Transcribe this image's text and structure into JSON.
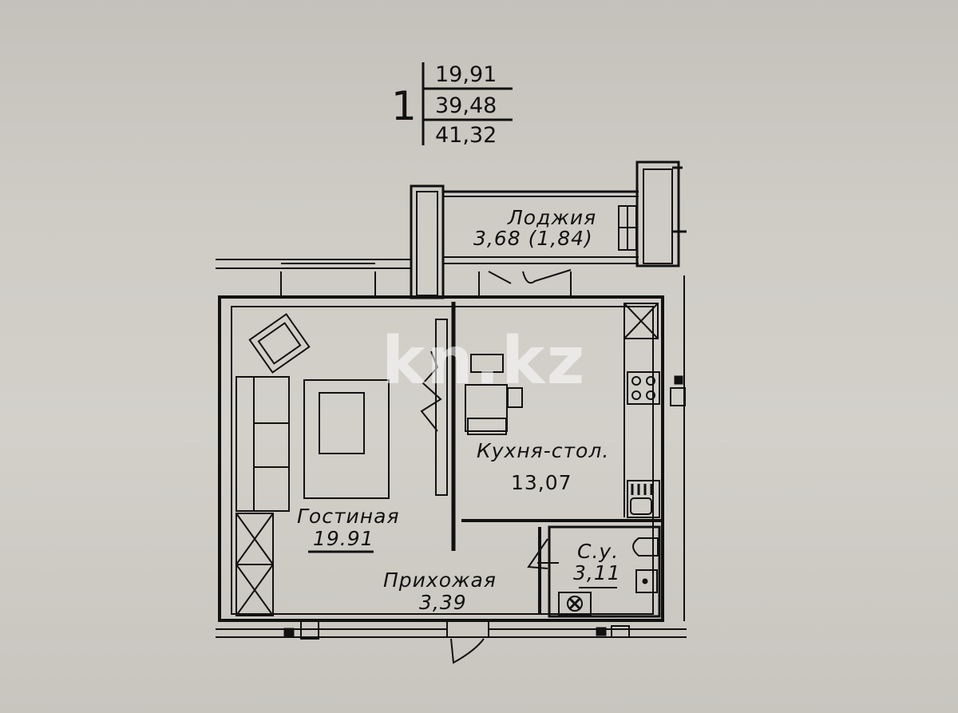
{
  "summary_table": {
    "rooms_count": "1",
    "living_area": "19,91",
    "total_area_excl_loggia": "39,48",
    "total_area": "41,32"
  },
  "rooms": {
    "loggia": {
      "name": "Лоджия",
      "area": "3,68 (1,84)"
    },
    "kitchen": {
      "name": "Кухня-стол.",
      "area": "13,07"
    },
    "living": {
      "name": "Гостиная",
      "area": "19.91"
    },
    "hall": {
      "name": "Прихожая",
      "area": "3,39"
    },
    "bathroom": {
      "name": "С.у.",
      "area": "3,11"
    }
  },
  "watermark": "kn.kz",
  "colors": {
    "ink": "#111111",
    "paper": "#cfccc6",
    "watermark": "#ffffff"
  }
}
